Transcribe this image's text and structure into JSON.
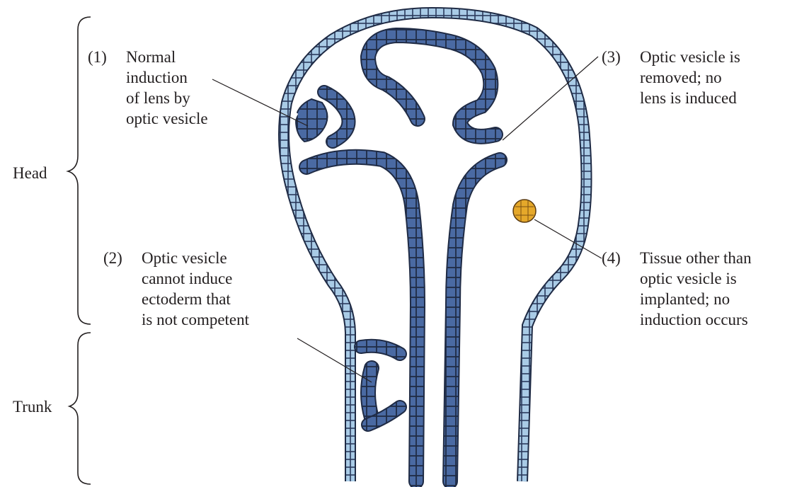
{
  "region_labels": {
    "head": "Head",
    "trunk": "Trunk"
  },
  "annotations": [
    {
      "number": "(1)",
      "lines": [
        "Normal",
        "induction",
        "of lens by",
        "optic vesicle"
      ]
    },
    {
      "number": "(2)",
      "lines": [
        "Optic vesicle",
        "cannot induce",
        "ectoderm that",
        "is not competent"
      ]
    },
    {
      "number": "(3)",
      "lines": [
        "Optic vesicle is",
        "removed; no",
        "lens is induced"
      ]
    },
    {
      "number": "(4)",
      "lines": [
        "Tissue other than",
        "optic vesicle is",
        "implanted; no",
        "induction occurs"
      ]
    }
  ],
  "colors": {
    "ectoderm": "#a9cbe6",
    "neural_tissue": "#4a6aa3",
    "implant": "#e5a82a",
    "outline": "#1f2b45",
    "text": "#231f20"
  }
}
